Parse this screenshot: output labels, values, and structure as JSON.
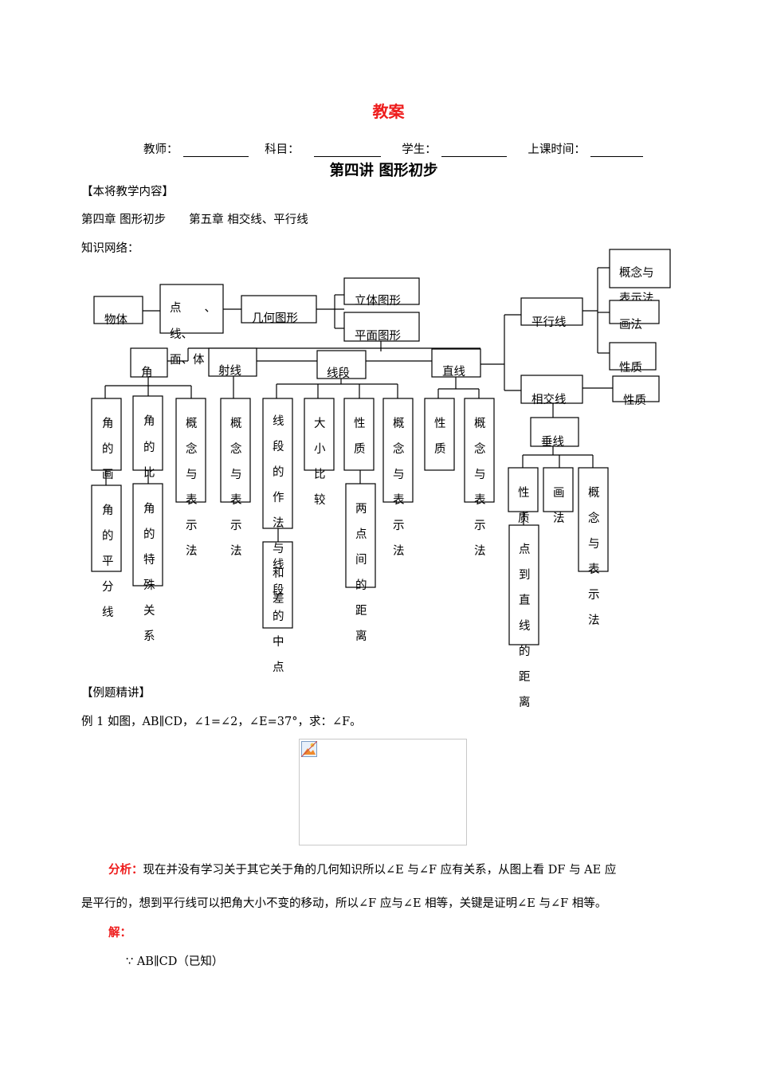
{
  "header": {
    "title": "教案",
    "teacher_label": "教师：",
    "subject_label": "科目：",
    "student_label": "学生：",
    "class_time_label": "上课时间："
  },
  "lecture_title": "第四讲 图形初步",
  "section_content": "【本将教学内容】",
  "chapters": "第四章 图形初步　　第五章 相交线、平行线",
  "network_label": "知识网络：",
  "knowledge_map": {
    "nodes": {
      "object": "物体",
      "point_line_face_body": "点 、 线、 面、体",
      "geometry": "几何图形",
      "solid": "立体图形",
      "plane": "平面图形",
      "angle": "角",
      "ray": "射线",
      "segment": "线段",
      "line": "直线",
      "parallel": "平行线",
      "intersecting": "相交线",
      "perpendicular": "垂线",
      "par_concept": "概念与表示法",
      "par_draw": "画法",
      "par_property": "性质",
      "int_property": "性质",
      "angle_compare": "角的画",
      "angle_compare_full": "角的比",
      "angle_concept": "概念与表示法",
      "angle_bisector": "角的平分线",
      "angle_special": "角的特殊关系",
      "ray_concept": "概念与表示法",
      "seg_construct": "线段的作法",
      "seg_and_midpoint": "与线段和差的中点",
      "seg_size": "大小比较",
      "seg_property": "性质",
      "seg_distance": "两点间的距离",
      "seg_concept": "概念与表示法",
      "line_property": "性质",
      "line_concept": "概念与表示法",
      "perp_property": "性质",
      "perp_draw": "画法",
      "perp_concept": "概念与表示法",
      "perp_distance": "点到直线的距离"
    }
  },
  "section_examples": "【例题精讲】",
  "example1": "例 1 如图，AB∥CD，∠1=∠2，∠E=37°，求：∠F。",
  "analysis_label": "分析：",
  "analysis_line1": "现在并没有学习关于其它关于角的几何知识所以∠E 与∠F 应有关系，从图上看 DF 与 AE 应",
  "analysis_line2": "是平行的，想到平行线可以把角大小不变的移动，所以∠F 应与∠E 相等，关键是证明∠E 与∠F 相等。",
  "solution_label": "解：",
  "solution_line1": "∵ AB∥CD（已知）",
  "icons": {
    "figure_placeholder": "broken-image-icon"
  }
}
